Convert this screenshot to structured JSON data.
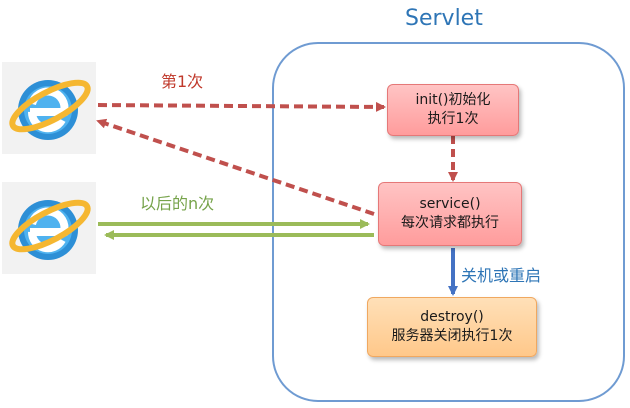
{
  "title": "Servlet",
  "boxes": {
    "init": {
      "line1": "init()初始化",
      "line2": "执行1次"
    },
    "service": {
      "line1": "service()",
      "line2": "每次请求都执行"
    },
    "destroy": {
      "line1": "destroy()",
      "line2": "服务器关闭执行1次"
    }
  },
  "labels": {
    "first": "第1次",
    "subsequent": "以后的n次",
    "shutdown": "关机或重启"
  },
  "colors": {
    "first_request": "#c0504d",
    "subsequent_request": "#9bbb59",
    "shutdown": "#4472c4",
    "container": "#6f9bd2"
  },
  "icons": [
    "ie-browser-icon",
    "ie-browser-icon"
  ]
}
